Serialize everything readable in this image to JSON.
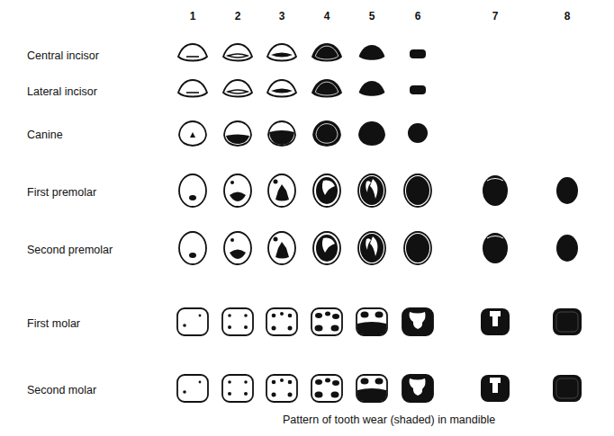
{
  "diagram": {
    "caption": "Pattern of tooth wear (shaded) in mandible",
    "labels": [
      "1",
      "2",
      "3",
      "4",
      "5",
      "6",
      "7",
      "8",
      "Central incisor",
      "Lateral incisor",
      "Canine",
      "First premolar",
      "Second premolar",
      "First molar",
      "Second molar"
    ]
  }
}
